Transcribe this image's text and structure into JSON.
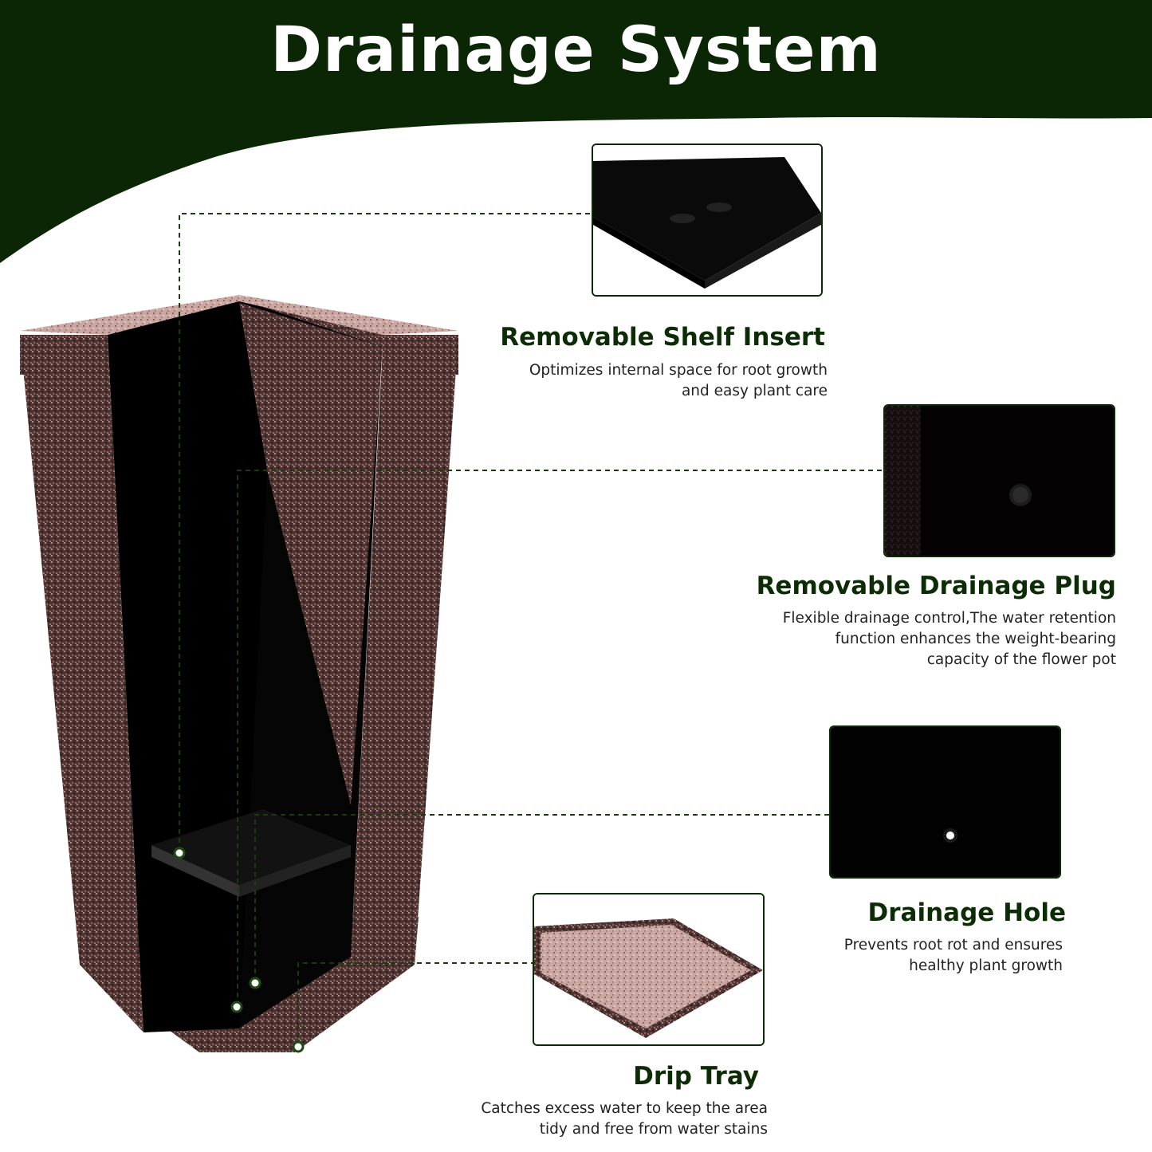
{
  "title": "Drainage System",
  "colors": {
    "dark_green": "#0a2605",
    "heading_green": "#0c2c06",
    "pot_speckle": "#6e4a46",
    "pot_inner": "#000000"
  },
  "features": [
    {
      "title": "Removable Shelf Insert",
      "desc": [
        "Optimizes internal space for root growth",
        "and easy plant care"
      ]
    },
    {
      "title": "Removable Drainage Plug",
      "desc": [
        "Flexible drainage control,The water retention",
        "function enhances the weight-bearing",
        "capacity of the flower pot"
      ]
    },
    {
      "title": "Drainage Hole",
      "desc": [
        "Prevents root rot and ensures",
        "healthy plant growth"
      ]
    },
    {
      "title": "Drip Tray",
      "desc": [
        "Catches excess water to keep the area",
        "tidy and free from water stains"
      ]
    }
  ]
}
